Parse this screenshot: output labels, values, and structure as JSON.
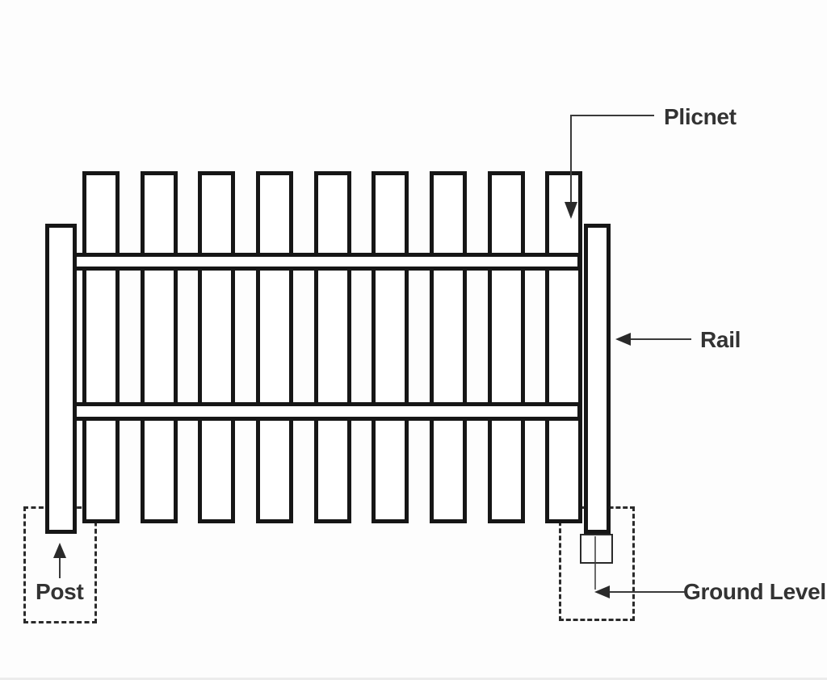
{
  "diagram": {
    "type": "picket-fence-parts-diagram",
    "labels": {
      "picket": "Plicnet",
      "rail": "Rail",
      "post": "Post",
      "ground_level": "Ground Level"
    },
    "parts": {
      "picket_count": 9,
      "rail_count": 2,
      "post_count": 2,
      "dashed_footing_boxes": 2
    },
    "icons": {
      "picket_pointer": "arrow-down-icon",
      "rail_pointer": "arrow-left-icon",
      "post_pointer": "arrow-up-icon",
      "ground_level_pointer": "arrow-left-icon"
    },
    "colors": {
      "background": "#fdfdfd",
      "line_ink": "#161616",
      "leader_line": "#3a3a3a",
      "label_text": "#333333"
    }
  }
}
